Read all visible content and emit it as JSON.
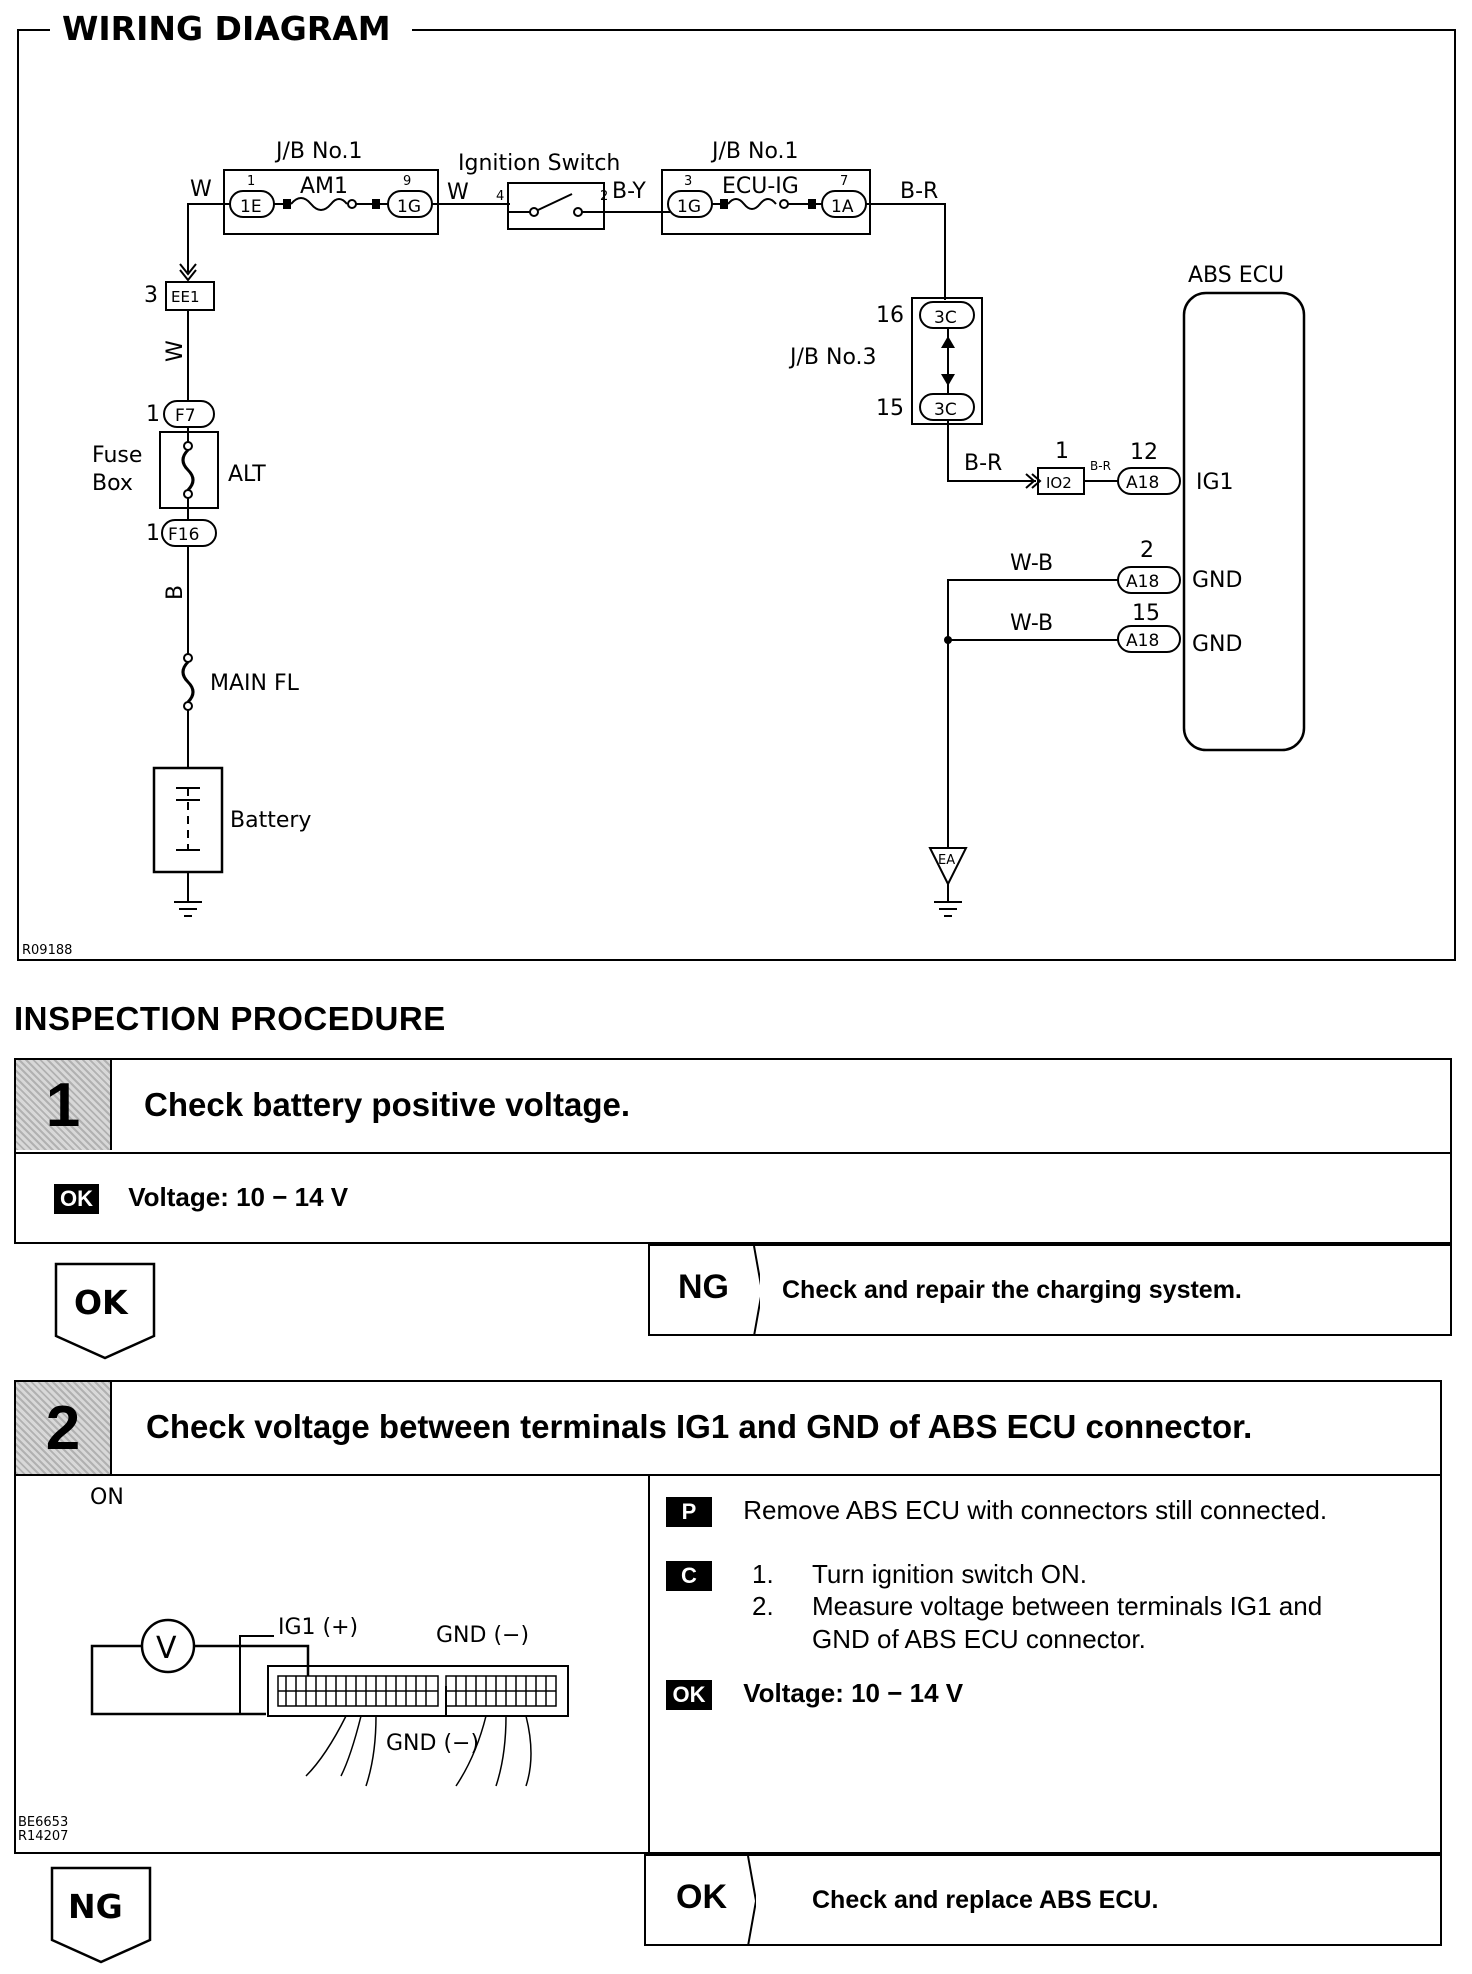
{
  "wiring": {
    "title": "WIRING DIAGRAM",
    "jb1_left": "J/B No.1",
    "jb1_right": "J/B No.1",
    "jb3": "J/B No.3",
    "ignition_switch": "Ignition Switch",
    "abs_ecu": "ABS ECU",
    "fuse_am1": "AM1",
    "fuse_ecu_ig": "ECU-IG",
    "fuse_alt": "ALT",
    "fuse_box": "Fuse",
    "fuse_box_2": "Box",
    "main_fl": "MAIN FL",
    "battery": "Battery",
    "conn_1e": "1E",
    "conn_1g_a": "1G",
    "conn_1g_b": "1G",
    "conn_1a": "1A",
    "conn_3c_top": "3C",
    "conn_3c_bot": "3C",
    "conn_ee1": "EE1",
    "conn_f7": "F7",
    "conn_f16": "F16",
    "conn_io2": "IO2",
    "conn_a18_1": "A18",
    "conn_a18_2": "A18",
    "conn_a18_3": "A18",
    "ground_ea": "EA",
    "term_ig1": "IG1",
    "term_gnd1": "GND",
    "term_gnd2": "GND",
    "wire_w1": "W",
    "wire_w2": "W",
    "wire_w3": "W",
    "wire_by": "B-Y",
    "wire_br1": "B-R",
    "wire_br2": "B-R",
    "wire_br3": "B-R",
    "wire_b": "B",
    "wire_wb1": "W-B",
    "wire_wb2": "W-B",
    "pin_1": "1",
    "pin_9": "9",
    "pin_4": "4",
    "pin_2": "2",
    "pin_3": "3",
    "pin_7": "7",
    "pin_16": "16",
    "pin_15": "15",
    "pin_3b": "3",
    "pin_1b": "1",
    "pin_1c": "1",
    "pin_1d": "1",
    "pin_12": "12",
    "pin_2b": "2",
    "pin_15b": "15",
    "ref_code": "R09188"
  },
  "inspection": {
    "heading": "INSPECTION PROCEDURE",
    "step1": {
      "number": "1",
      "title": "Check battery positive voltage.",
      "ok_tag": "OK",
      "ok_spec": "Voltage:  10 − 14 V",
      "ok_result": "OK",
      "ng_result": "NG",
      "ng_action": "Check and repair the charging system."
    },
    "step2": {
      "number": "2",
      "title": "Check voltage between terminals IG1 and GND of ABS ECU connector.",
      "fig_on": "ON",
      "fig_ig1": "IG1 (+)",
      "fig_gnd1": "GND (−)",
      "fig_gnd2": "GND (−)",
      "fig_meter": "V",
      "fig_ref1": "BE6653",
      "fig_ref2": "R14207",
      "p_tag": "P",
      "p_text": "Remove ABS ECU with connectors still connected.",
      "c_tag": "C",
      "c_item1_num": "1.",
      "c_item1": "Turn ignition switch ON.",
      "c_item2_num": "2.",
      "c_item2": "Measure voltage between terminals IG1 and",
      "c_item2b": "GND of ABS ECU connector.",
      "ok_tag": "OK",
      "ok_spec": "Voltage:  10 − 14 V",
      "ng_result": "NG",
      "ok_result": "OK",
      "ok_action": "Check and replace ABS ECU."
    }
  }
}
